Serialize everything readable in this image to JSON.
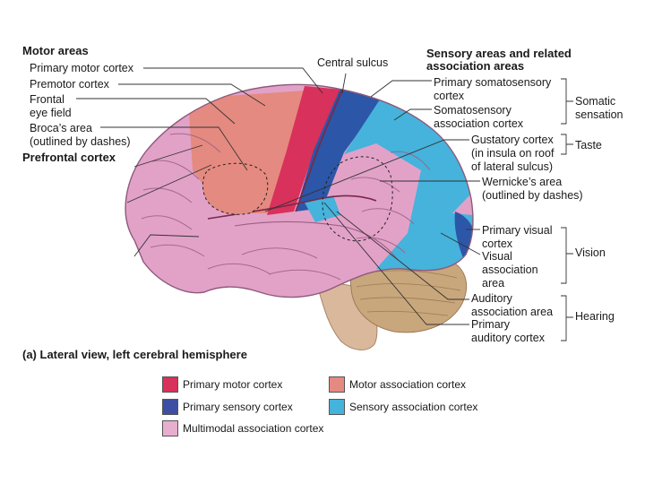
{
  "headers": {
    "motor_areas": "Motor areas",
    "sensory_areas": "Sensory areas and related\nassociation areas",
    "prefrontal": "Prefrontal cortex",
    "caption": "(a) Lateral view, left cerebral hemisphere"
  },
  "left_labels": {
    "primary_motor": "Primary motor cortex",
    "premotor": "Premotor cortex",
    "frontal_eye": "Frontal\neye field",
    "broca": "Broca’s area\n(outlined by dashes)"
  },
  "top_labels": {
    "central_sulcus": "Central sulcus"
  },
  "right_labels": {
    "primary_somatosensory": "Primary somatosensory\ncortex",
    "somatosensory_assoc": "Somatosensory\nassociation cortex",
    "gustatory": "Gustatory cortex\n(in insula on roof\nof lateral sulcus)",
    "wernicke": "Wernicke’s area\n(outlined by dashes)",
    "primary_visual": "Primary visual\ncortex",
    "visual_assoc": "Visual\nassociation\narea",
    "auditory_assoc": "Auditory\nassociation area",
    "primary_auditory": "Primary\nauditory cortex"
  },
  "groups": {
    "somatic": "Somatic\nsensation",
    "taste": "Taste",
    "vision": "Vision",
    "hearing": "Hearing"
  },
  "legend": [
    {
      "label": "Primary motor cortex",
      "color": "#d8315b"
    },
    {
      "label": "Motor association cortex",
      "color": "#e58a80"
    },
    {
      "label": "Primary sensory cortex",
      "color": "#3c4fa3"
    },
    {
      "label": "Sensory association cortex",
      "color": "#45b3dc"
    },
    {
      "label": "Multimodal association cortex",
      "color": "#e7aed0"
    }
  ],
  "colors": {
    "primary_motor": "#d8315b",
    "motor_assoc": "#e58a80",
    "primary_sensory": "#2c56a8",
    "sensory_assoc": "#45b3dc",
    "multimodal": "#e2a2c8",
    "cerebellum": "#c9a77c"
  }
}
